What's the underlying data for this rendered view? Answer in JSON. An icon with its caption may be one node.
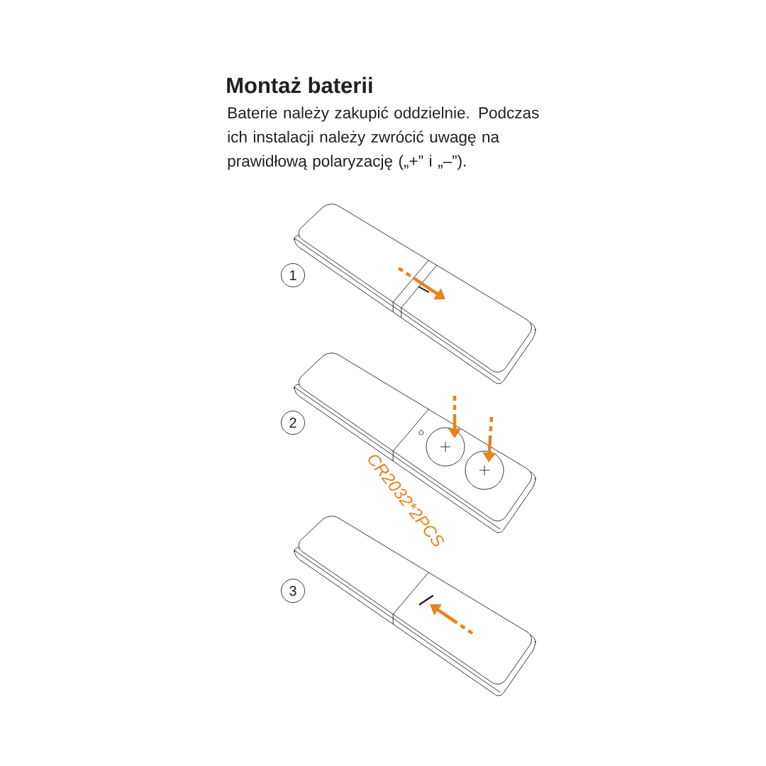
{
  "diagram": {
    "title": "Montaż baterii",
    "nodes": [
      {
        "text": [
          "1"
        ]
      },
      {
        "text": [
          "2"
        ]
      },
      {
        "text": [
          "3"
        ]
      }
    ],
    "labels": [
      "Baterie należy zakupić oddzielnie. Podczas ich instalacji należy zwrócić uwagę na prawidłową polaryzację („+” i „–”).",
      "CR2032*2PCS"
    ]
  }
}
